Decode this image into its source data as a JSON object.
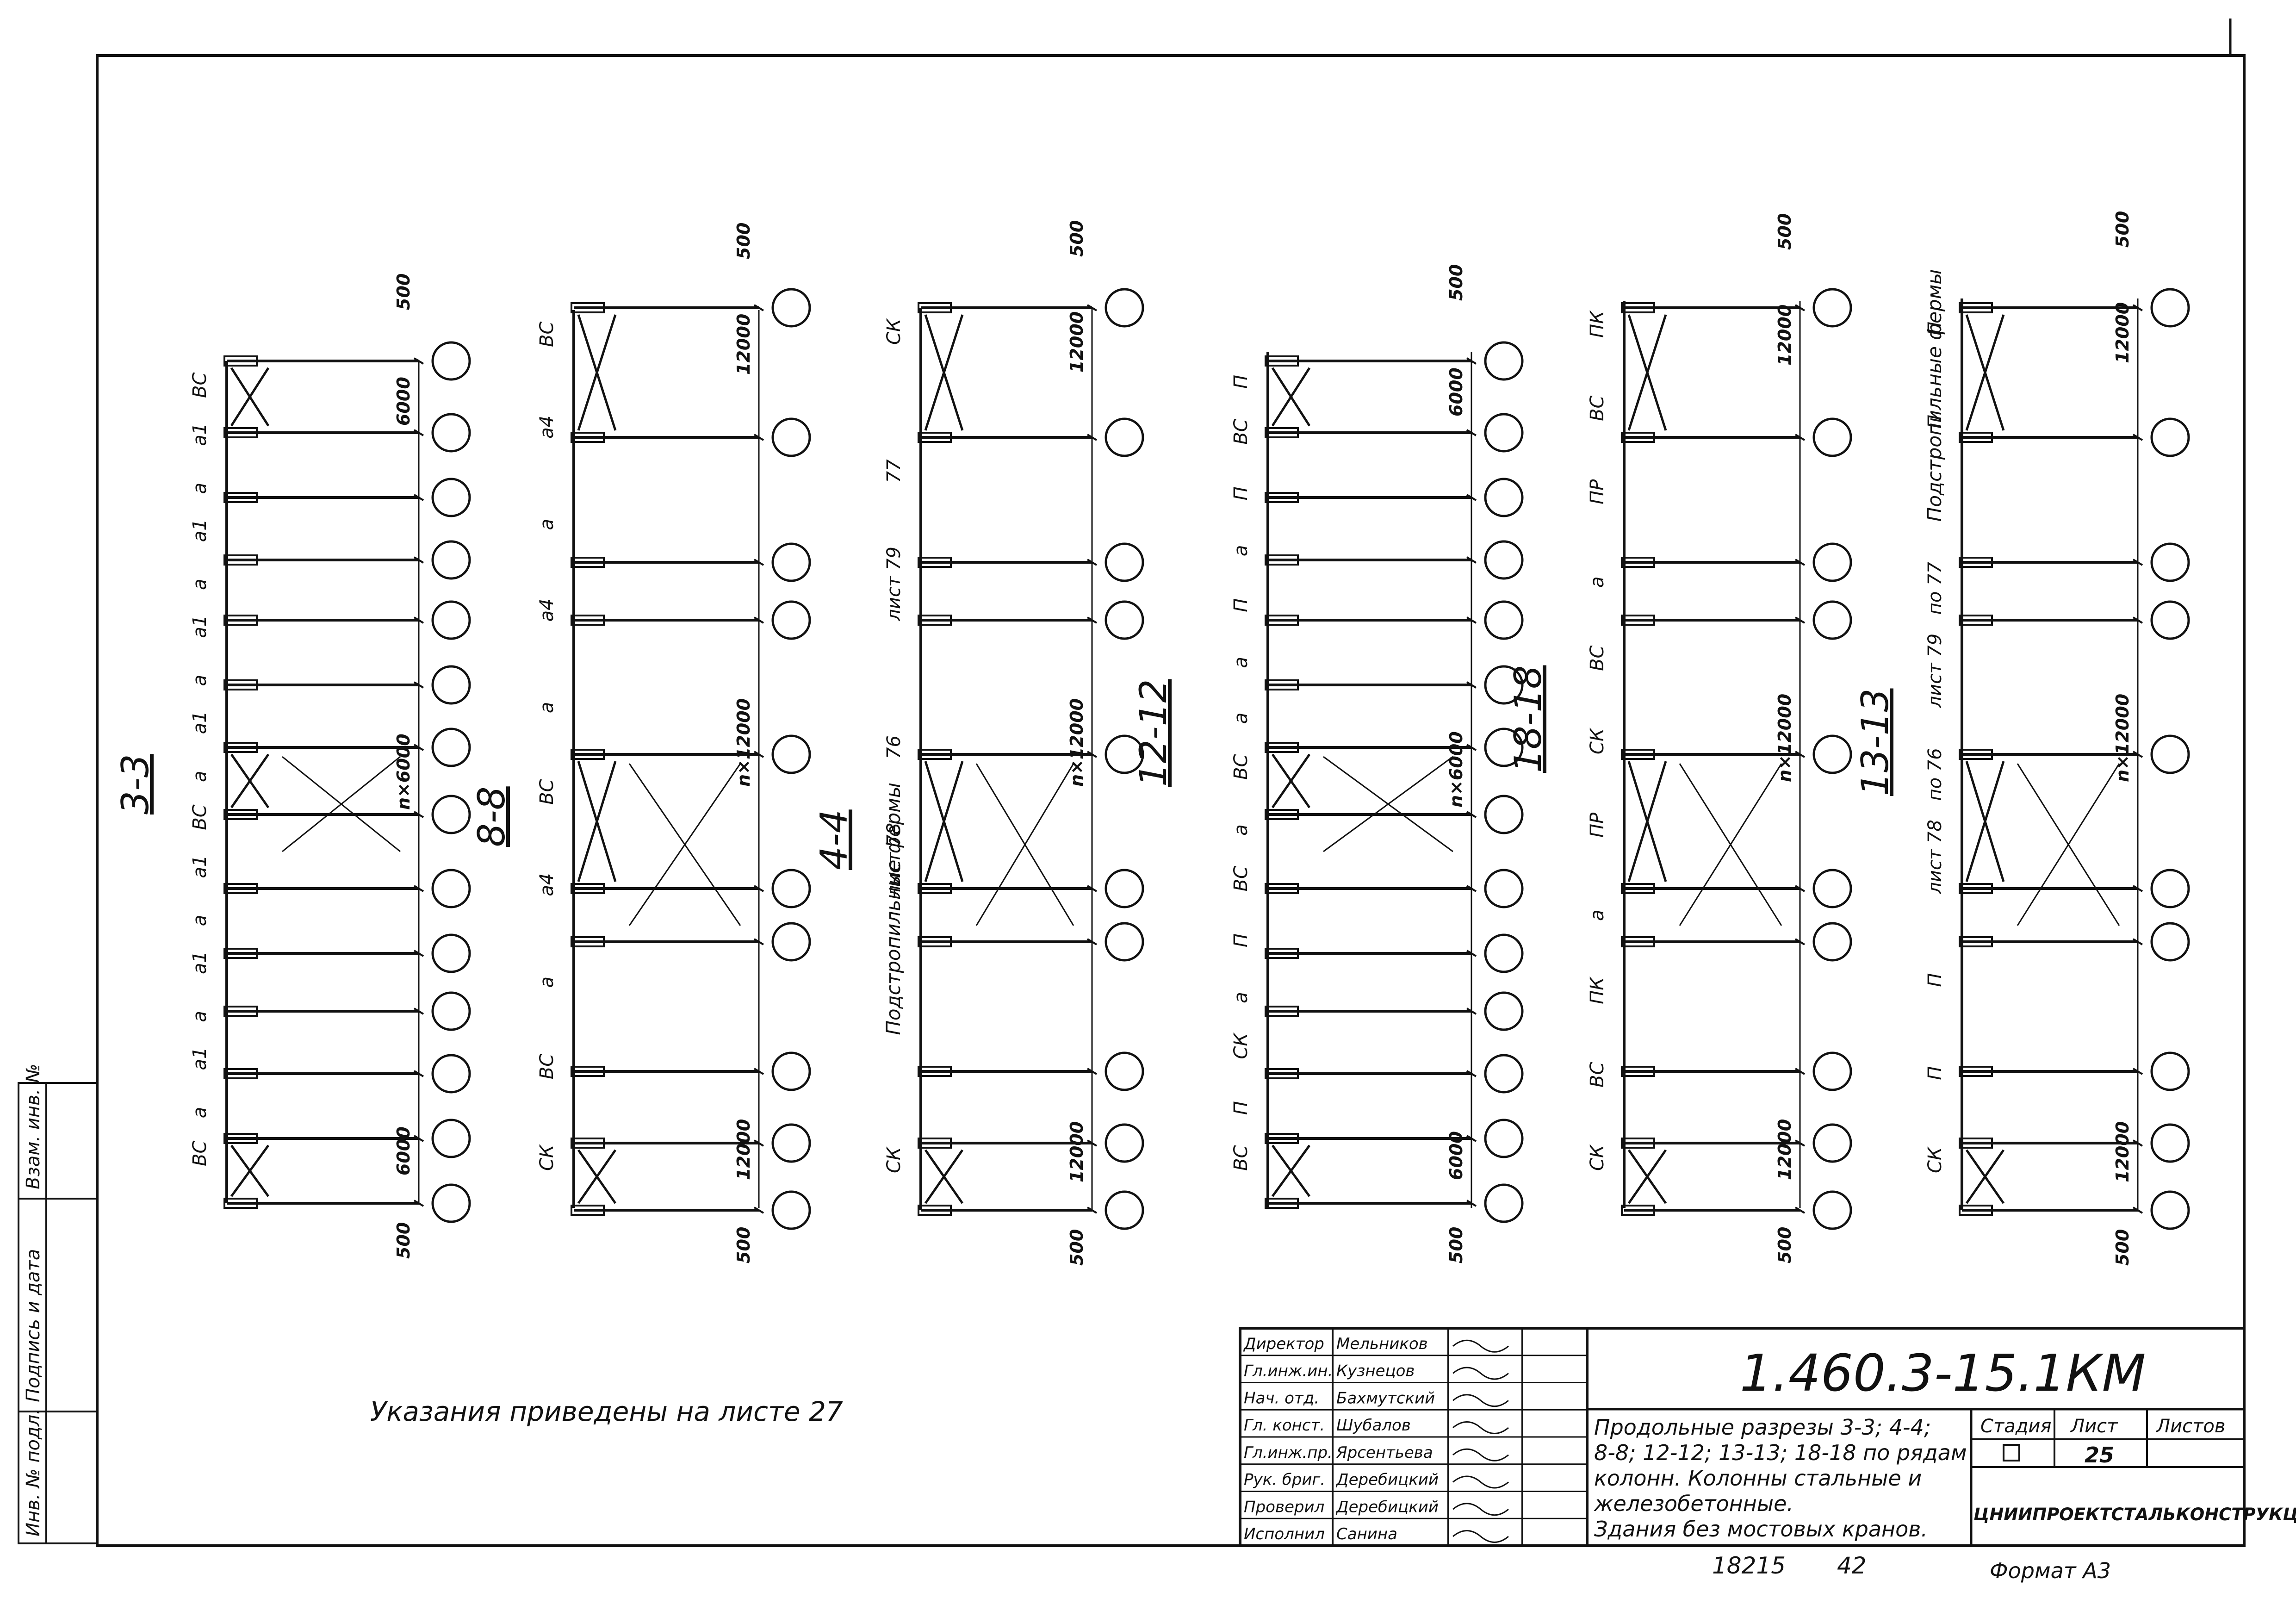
{
  "drawing": {
    "notes": "Указания приведены на листе 27",
    "sections": [
      {
        "id": "s33",
        "title": "3-3",
        "labels": [
          "ВС",
          "а1",
          "а",
          "а1",
          "а",
          "а1",
          "а",
          "а1",
          "а",
          "ВС",
          "а1",
          "а",
          "а1",
          "а",
          "а1",
          "а",
          "ВС"
        ],
        "dims": [
          "500",
          "6000",
          "n×6000",
          "6000",
          "500"
        ]
      },
      {
        "id": "s88",
        "title": "8-8",
        "labels": [
          "ВС",
          "а4",
          "а",
          "а4",
          "а",
          "ВС",
          "а4",
          "а",
          "ВС",
          "СК"
        ],
        "dims": [
          "500",
          "12000",
          "n×12000",
          "12000",
          "500"
        ]
      },
      {
        "id": "s44",
        "title": "4-4",
        "labels": [
          "СК",
          "77",
          "лист 79",
          "76",
          "лист 78",
          "Подстропильные фермы",
          "СК"
        ],
        "dims": [
          "500",
          "12000",
          "n×12000",
          "12000",
          "500"
        ]
      },
      {
        "id": "s1212",
        "title": "12-12",
        "labels": [
          "П",
          "ВС",
          "П",
          "а",
          "П",
          "а",
          "а",
          "ВС",
          "а",
          "ВС",
          "П",
          "а",
          "СК",
          "П",
          "ВС"
        ],
        "dims": [
          "500",
          "6000",
          "n×6000",
          "6000",
          "500"
        ]
      },
      {
        "id": "s1818",
        "title": "18-18",
        "labels": [
          "ПК",
          "ВС",
          "ПР",
          "а",
          "ВС",
          "СК",
          "ПР",
          "а",
          "ПК",
          "ВС",
          "СК"
        ],
        "dims": [
          "500",
          "12000",
          "n×12000",
          "12000",
          "500"
        ]
      },
      {
        "id": "s1313",
        "title": "13-13",
        "labels": [
          "П",
          "П",
          "Подстропильные фермы",
          "по 77",
          "лист 79",
          "по 76",
          "лист 78",
          "П",
          "П",
          "СК"
        ],
        "dims": [
          "500",
          "12000",
          "n×12000",
          "12000",
          "500"
        ]
      }
    ]
  },
  "side_stamp": {
    "cells": [
      "Инв. № подл.",
      "Подпись и дата",
      "Взам. инв. №"
    ]
  },
  "title_block": {
    "code": "1.460.3-15.1КМ",
    "title_lines": [
      "Продольные разрезы 3-3; 4-4;",
      "8-8; 12-12; 13-13; 18-18 по рядам",
      "колонн. Колонны стальные и",
      "железобетонные.",
      "Здания без мостовых кранов."
    ],
    "roles": [
      {
        "role": "Директор",
        "name": "Мельников"
      },
      {
        "role": "Гл.инж.ин.",
        "name": "Кузнецов"
      },
      {
        "role": "Нач. отд.",
        "name": "Бахмутский"
      },
      {
        "role": "Гл. конст.",
        "name": "Шубалов"
      },
      {
        "role": "Гл.инж.пр.",
        "name": "Ярсентьева"
      },
      {
        "role": "Рук. бриг.",
        "name": "Деребицкий"
      },
      {
        "role": "Проверил",
        "name": "Деребицкий"
      },
      {
        "role": "Исполнил",
        "name": "Санина"
      }
    ],
    "stage_label": "Стадия",
    "sheet_label": "Лист",
    "sheets_label": "Листов",
    "stage_value": "",
    "sheet_value": "25",
    "sheets_value": "",
    "organization": "ЦНИИПРОЕКТСТАЛЬКОНСТРУКЦИЯ",
    "below_left": "18215",
    "below_mid": "42",
    "format": "Формат А3"
  }
}
